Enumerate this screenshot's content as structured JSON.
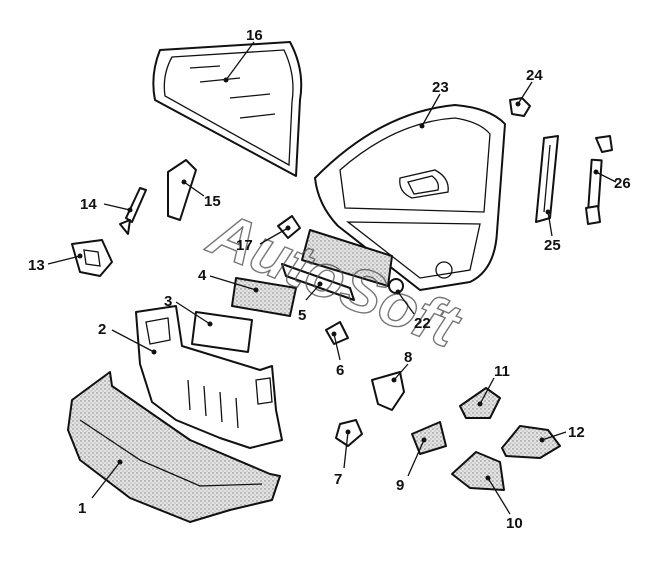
{
  "diagram": {
    "watermark": "AutoSoft",
    "callouts": [
      "1",
      "2",
      "3",
      "4",
      "5",
      "6",
      "7",
      "8",
      "9",
      "10",
      "11",
      "12",
      "13",
      "14",
      "15",
      "16",
      "17",
      "22",
      "23",
      "24",
      "25",
      "26"
    ]
  }
}
